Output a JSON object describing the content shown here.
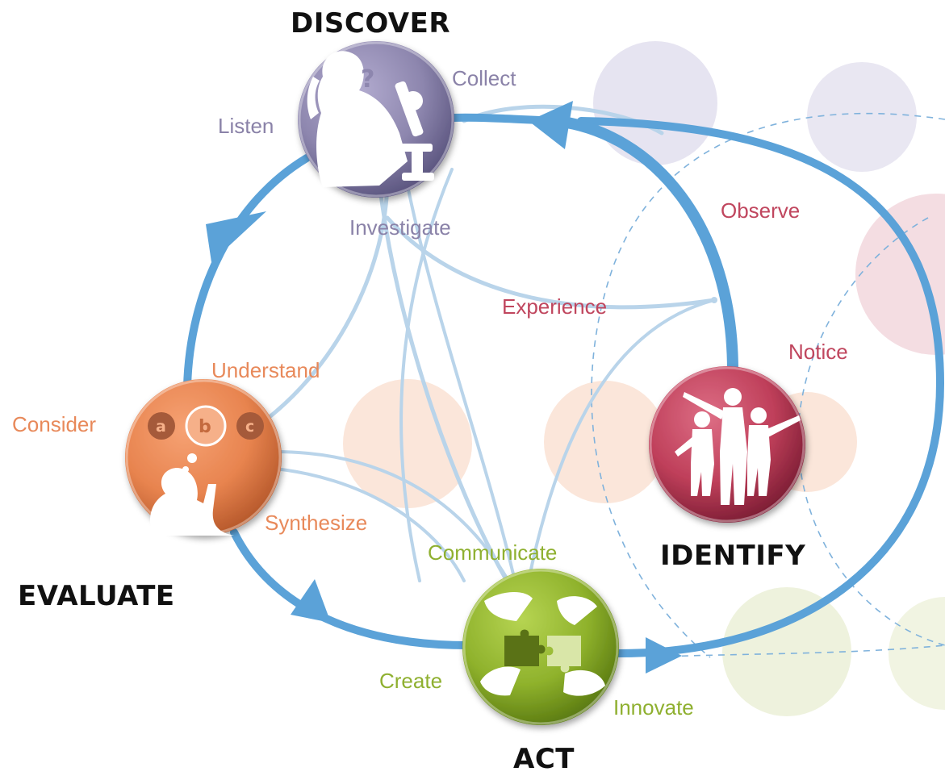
{
  "stages": {
    "discover": {
      "title": "DISCOVER",
      "color": "#8a82a8",
      "words": {
        "collect": "Collect",
        "listen": "Listen",
        "investigate": "Investigate"
      }
    },
    "identify": {
      "title": "IDENTIFY",
      "color": "#c0465e",
      "words": {
        "observe": "Observe",
        "experience": "Experience",
        "notice": "Notice"
      }
    },
    "evaluate": {
      "title": "EVALUATE",
      "color": "#e8895a",
      "words": {
        "understand": "Understand",
        "consider": "Consider",
        "synthesize": "Synthesize"
      },
      "options": {
        "a": "a",
        "b": "b",
        "c": "c"
      }
    },
    "act": {
      "title": "ACT",
      "color": "#8fb030",
      "words": {
        "communicate": "Communicate",
        "create": "Create",
        "innovate": "Innovate"
      }
    }
  },
  "icons": {
    "discover": "scientist-microscope-icon",
    "identify": "people-pointing-icon",
    "evaluate": "person-thinking-icon",
    "act": "puzzle-hands-icon"
  },
  "colors": {
    "cycle_arrow": "#5ba2d8",
    "connector": "#b9d4ea"
  }
}
